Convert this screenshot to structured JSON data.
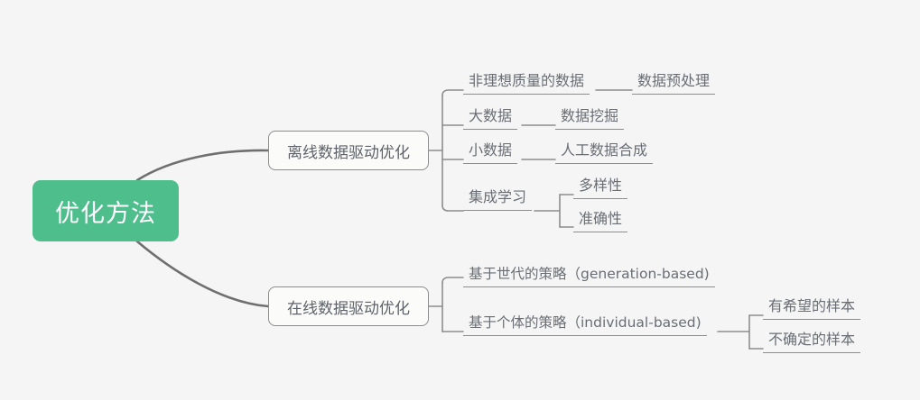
{
  "diagram": {
    "type": "mindmap",
    "title_node": "优化方法",
    "background_color": "#f5f5f5",
    "root_fill_color": "#4dbe8c",
    "root_text_color": "#ffffff",
    "node_text_color": "#6a6e74",
    "connector_color": "#6f6f6f"
  },
  "root": {
    "label": "优化方法"
  },
  "branches": {
    "offline": {
      "label": "离线数据驱动优化",
      "children": {
        "nonideal": "非理想质量的数据",
        "preprocess": "数据预处理",
        "bigdata": "大数据",
        "datamining": "数据挖掘",
        "smalldata": "小数据",
        "synthesis": "人工数据合成",
        "ensemble": "集成学习",
        "diversity": "多样性",
        "accuracy": "准确性"
      }
    },
    "online": {
      "label": "在线数据驱动优化",
      "children": {
        "generation": "基于世代的策略（generation-based)",
        "individual": "基于个体的策略（individual-based)",
        "promising": "有希望的样本",
        "uncertain": "不确定的样本"
      }
    }
  }
}
